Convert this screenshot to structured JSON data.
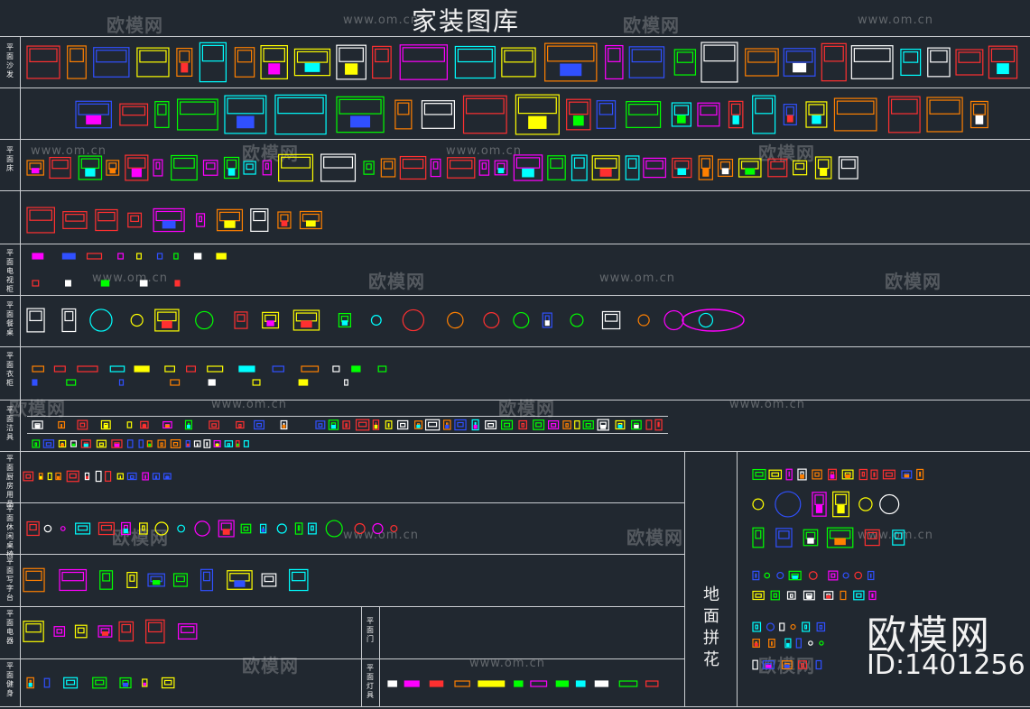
{
  "title": "家装图库",
  "watermark": {
    "brand": "欧模网",
    "url": "www.om.cn"
  },
  "branding": {
    "logo_text": "欧模网",
    "id_text": "ID:1401256"
  },
  "floor_section_label": "地面拼花",
  "row_labels": [
    "平面沙发",
    "平面床",
    "平面电视柜",
    "平面餐桌",
    "平面衣柜",
    "平面洁具",
    "平面厨房用品",
    "平面休闲桌椅",
    "平面写字台",
    "平面电器",
    "平面门",
    "平面健身",
    "平面灯具"
  ],
  "colors": {
    "background": "#212830",
    "lines": "#c9ccd0",
    "palette": [
      "#ff3030",
      "#ffff00",
      "#ff00ff",
      "#00ffff",
      "#00ff00",
      "#3050ff",
      "#ffffff",
      "#ff8000"
    ]
  }
}
